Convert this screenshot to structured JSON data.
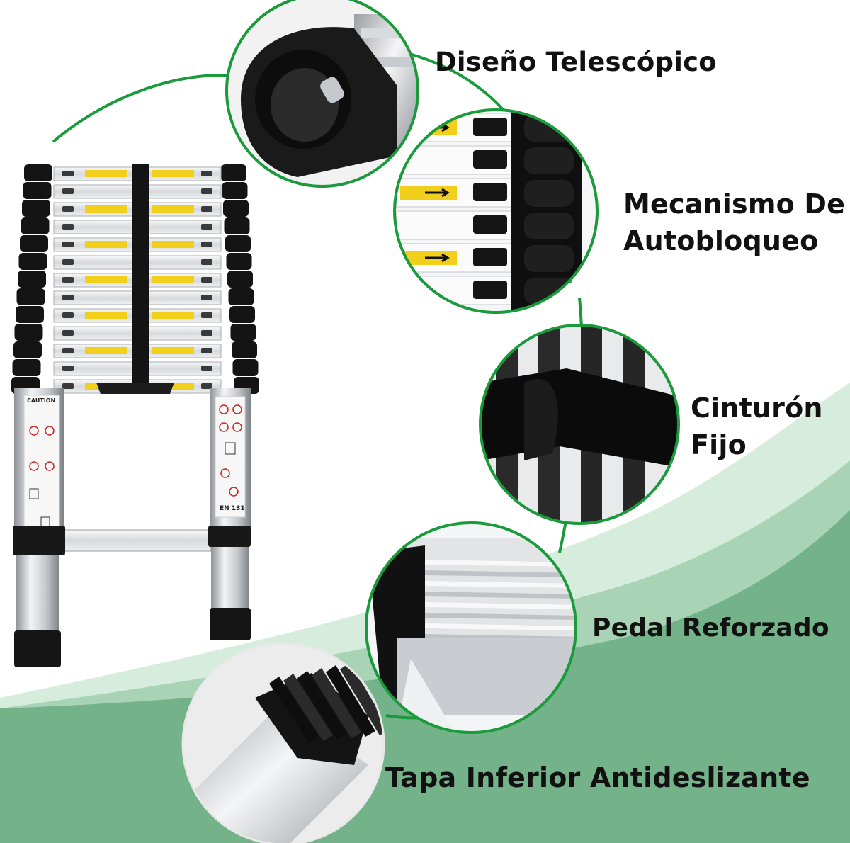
{
  "colors": {
    "accent_green": "#1a9a3a",
    "band_light": "#cfe8d6",
    "band_mid": "#9ccdaa",
    "band_dark": "#6fb48a",
    "rail": "#c9ccd0",
    "black": "#111111"
  },
  "ladder": {
    "caution_label": "CAUTION",
    "standard_label": "EN 131"
  },
  "features": [
    {
      "id": "telescopic",
      "label": "Diseño Telescópico",
      "icon": "telescopic-joint-photo"
    },
    {
      "id": "autolock",
      "line1": "Mecanismo De",
      "line2": "Autobloqueo",
      "icon": "lock-mechanism-photo"
    },
    {
      "id": "belt",
      "line1": "Cinturón",
      "line2": "Fijo",
      "icon": "velcro-strap-photo"
    },
    {
      "id": "pedal",
      "label": "Pedal Reforzado",
      "icon": "ribbed-step-photo"
    },
    {
      "id": "foot",
      "label": "Tapa Inferior Antideslizante",
      "icon": "rubber-foot-photo"
    }
  ]
}
